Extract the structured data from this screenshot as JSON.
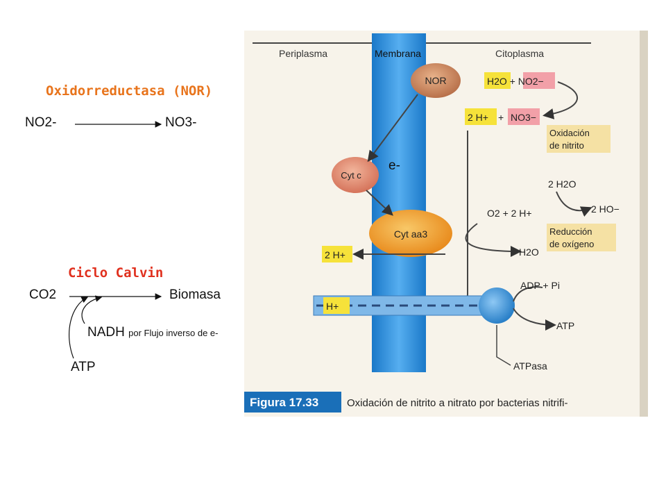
{
  "left": {
    "nor_title": "Oxidorreductasa (NOR)",
    "nor_from": "NO2-",
    "nor_to": "NO3-",
    "calvin_title": "Ciclo Calvin",
    "calvin_from": "CO2",
    "calvin_to": "Biomasa",
    "nadh": "NADH",
    "nadh_note": "por Flujo inverso de e-",
    "atp": "ATP"
  },
  "figure": {
    "periplasma": "Periplasma",
    "membrana": "Membrana",
    "citoplasma": "Citoplasma",
    "nor": "NOR",
    "cytc": "Cyt c",
    "cytaa3": "Cyt aa3",
    "electron": "e-",
    "h2o_no2": "H2O + NO2−",
    "h_no3_left": "2 H+",
    "h_no3_right": "NO3−",
    "oxidacion": [
      "Oxidación",
      "de nitrito"
    ],
    "water2": "2 H2O",
    "half_o2": "O2 + 2 H+",
    "ho": "2 HO−",
    "reduccion": [
      "Reducción",
      "de oxígeno"
    ],
    "h2o": "H2O",
    "twoh_peri": "2 H+",
    "hplus": "H+",
    "adp": "ADP + Pi",
    "atp": "ATP",
    "atpasa": "ATPasa",
    "fig_label": "Figura 17.33",
    "caption": "Oxidación de nitrito a nitrato por bacterias nitrifi-"
  }
}
